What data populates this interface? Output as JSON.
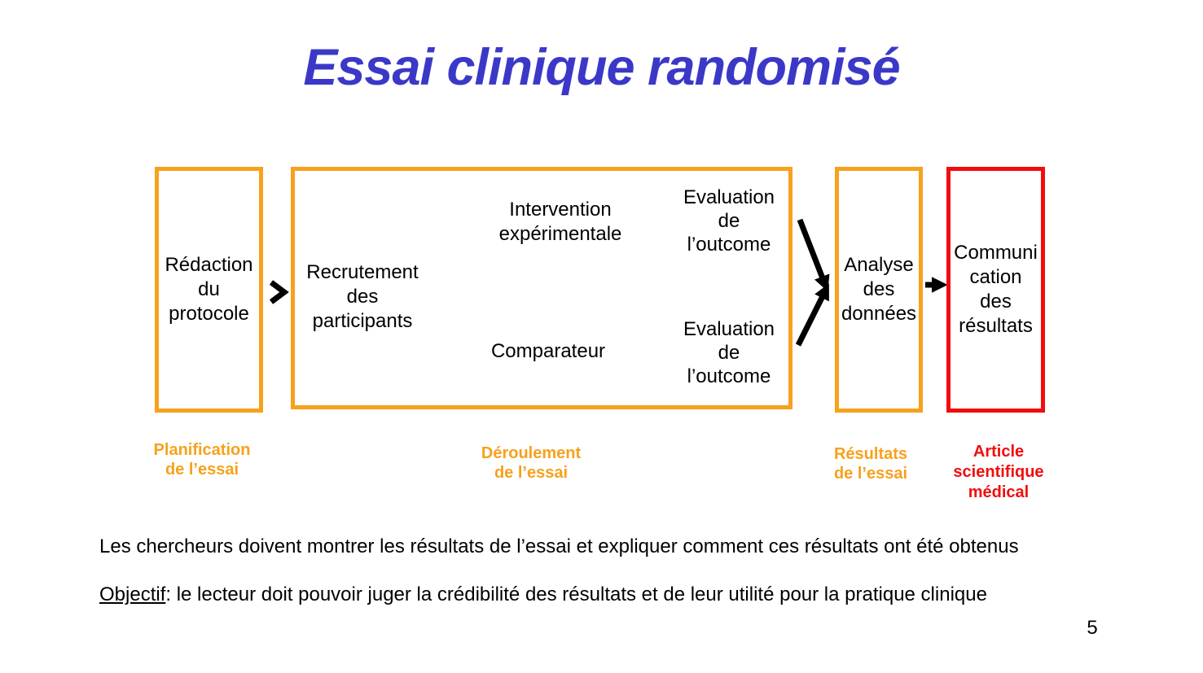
{
  "title": "Essai clinique randomisé",
  "colors": {
    "orange": "#F7A11C",
    "red": "#F20D0D",
    "blue": "#3B38C8",
    "arrow_black": "#000000"
  },
  "flow": {
    "redaction": "Rédaction\ndu\nprotocole",
    "recrutement": "Recrutement\ndes\nparticipants",
    "intervention": "Intervention\nexpérimentale",
    "evaluation_top": "Evaluation\nde\nl’outcome",
    "comparateur": "Comparateur",
    "evaluation_bottom": "Evaluation\nde\nl’outcome",
    "analyse": "Analyse\ndes\ndonnées",
    "communication": "Communi\ncation\ndes\nrésultats"
  },
  "captions": {
    "planification": "Planification\nde l’essai",
    "deroulement": "Déroulement\nde l’essai",
    "resultats": "Résultats\nde l’essai",
    "article": "Article\nscientifique\nmédical"
  },
  "notes": {
    "line1": "Les chercheurs doivent montrer les résultats de l’essai et expliquer comment ces résultats ont été obtenus",
    "objectif_label": "Objectif",
    "objectif_rest": ": le lecteur doit pouvoir juger la crédibilité des résultats et de leur utilité pour la pratique clinique"
  },
  "page_number": "5"
}
